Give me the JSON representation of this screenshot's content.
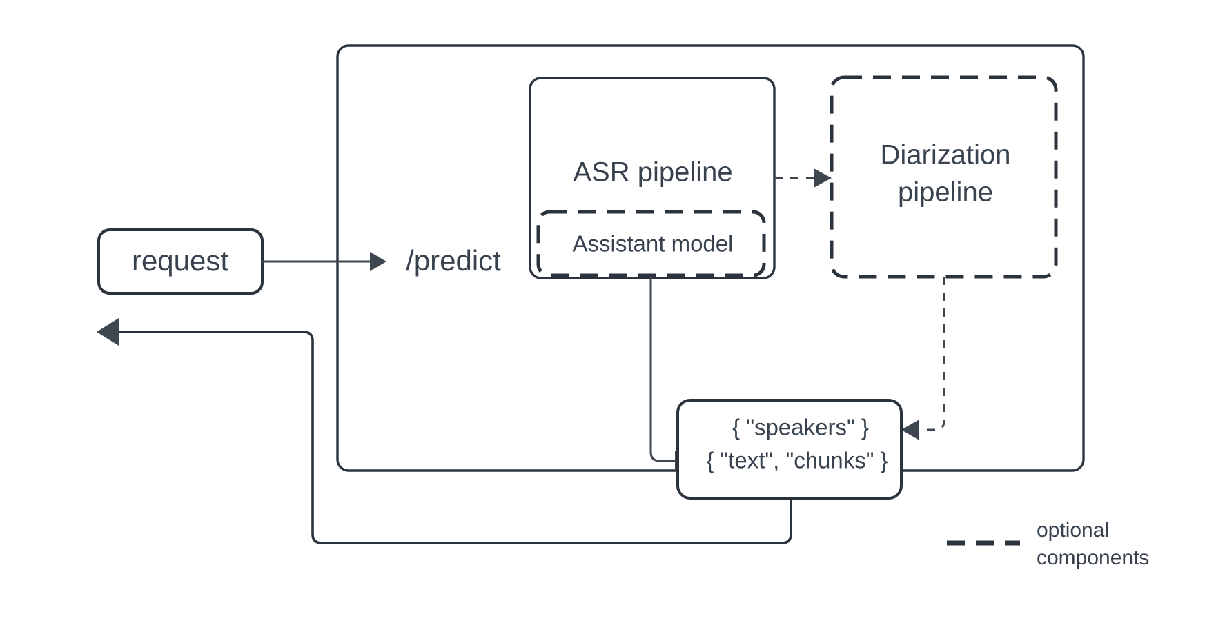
{
  "diagram": {
    "title": "ASR service request flow",
    "colors": {
      "stroke": "#2b333d",
      "text": "#38424e",
      "edge": "#3e4750",
      "background": "#ffffff"
    },
    "nodes": {
      "request": {
        "label": "request",
        "style": "solid"
      },
      "predict": {
        "label": "/predict",
        "style": "solid-container"
      },
      "asr_pipeline": {
        "label": "ASR pipeline",
        "style": "solid-container"
      },
      "assistant_model": {
        "label": "Assistant model",
        "style": "dashed"
      },
      "diarization_pipeline": {
        "label_line1": "Diarization",
        "label_line2": "pipeline",
        "style": "dashed"
      },
      "output": {
        "label_line1": "{ \"speakers\" }",
        "label_line2": "{ \"text\", \"chunks\" }",
        "style": "solid"
      }
    },
    "legend": {
      "swatch": "dashed-line-swatch",
      "label_line1": "optional",
      "label_line2": "components"
    },
    "edges": [
      {
        "name": "request-to-predict",
        "from": "request",
        "to": "predict",
        "style": "solid",
        "arrow": "end"
      },
      {
        "name": "asr-to-diarization",
        "from": "asr_pipeline",
        "to": "diarization_pipeline",
        "style": "dashed",
        "arrow": "end"
      },
      {
        "name": "assistant-to-output",
        "from": "assistant_model",
        "to": "output",
        "style": "solid",
        "arrow": "end"
      },
      {
        "name": "diarization-to-output",
        "from": "diarization_pipeline",
        "to": "output",
        "style": "dashed",
        "arrow": "end"
      },
      {
        "name": "output-to-response",
        "from": "output",
        "to": "response",
        "style": "solid",
        "arrow": "end"
      }
    ]
  }
}
